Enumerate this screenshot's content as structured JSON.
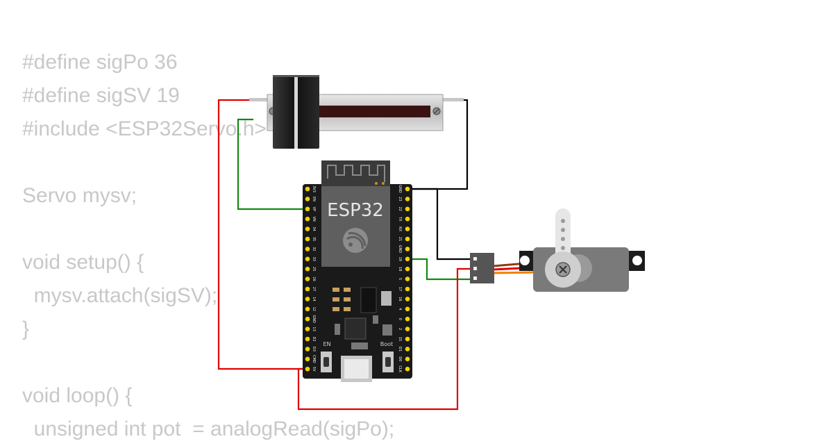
{
  "code_lines": [
    "#define sigPo 36",
    "#define sigSV 19",
    "#include <ESP32Servo.h>",
    "",
    "Servo mysv;",
    "",
    "void setup() {",
    "  mysv.attach(sigSV);",
    "}",
    "",
    "void loop() {",
    "  unsigned int pot  = analogRead(sigPo);"
  ],
  "esp32": {
    "label": "ESP32",
    "en_label": "EN",
    "boot_label": "Boot",
    "left_pins": [
      "3V3",
      "EN",
      "VP",
      "VN",
      "34",
      "35",
      "32",
      "33",
      "25",
      "26",
      "27",
      "14",
      "12",
      "GND",
      "13",
      "D2",
      "D3",
      "CMD",
      "5V"
    ],
    "right_pins": [
      "GND",
      "23",
      "22",
      "TX",
      "RX",
      "21",
      "GND",
      "19",
      "18",
      "5",
      "17",
      "16",
      "4",
      "0",
      "2",
      "15",
      "D1",
      "D0",
      "CLK"
    ]
  },
  "colors": {
    "wire_red": "#e00000",
    "wire_green": "#118811",
    "wire_black": "#000000",
    "servo_orange": "#f08000",
    "servo_brown": "#8a3c14",
    "board": "#1a1a1a",
    "pin": "#f5d400",
    "code_text": "#c8c8c8"
  }
}
